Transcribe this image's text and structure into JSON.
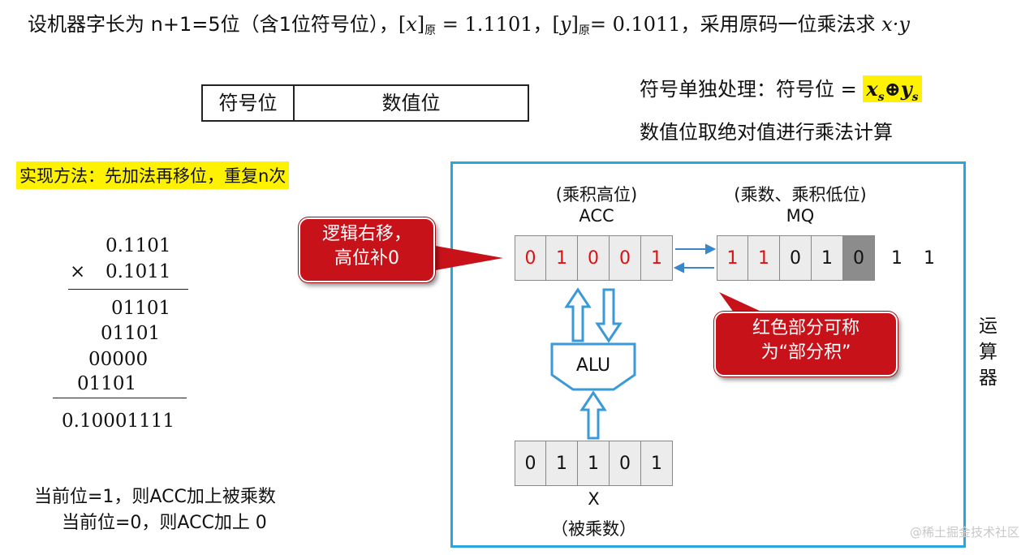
{
  "title": {
    "prefix": "设机器字长为 n+1=5位（含1位符号位），",
    "x_open": "[",
    "x_var": "x",
    "x_close": "]",
    "x_sub": "原",
    "x_eq": " = 1.1101，",
    "y_open": "[",
    "y_var": "y",
    "y_close": "]",
    "y_sub": "原",
    "y_eq": "= 0.1011，采用原码一位乘法求 ",
    "goal": "x·y"
  },
  "format": {
    "sign": "符号位",
    "value": "数值位"
  },
  "sign_rule": {
    "text": "符号单独处理：符号位 = ",
    "xs": "x",
    "xs_sub": "s",
    "xor": "⊕",
    "ys": "y",
    "ys_sub": "s"
  },
  "abs_rule": "数值位取绝对值进行乘法计算",
  "method": "实现方法：先加法再移位，重复n次",
  "multiplication": {
    "multiplicand": "0.1101",
    "times": "×",
    "multiplier": "0.1011",
    "partials": [
      "01101",
      "01101",
      "00000",
      "01101"
    ],
    "result": "0.10001111"
  },
  "rules": [
    "当前位=1，则ACC加上被乘数",
    "当前位=0，则ACC加上 0"
  ],
  "alu_panel": {
    "acc_caption": "(乘积高位)",
    "acc_name": "ACC",
    "mq_caption": "(乘数、乘积低位)",
    "mq_name": "MQ",
    "acc_bits": [
      "0",
      "1",
      "0",
      "0",
      "1"
    ],
    "mq_bits": [
      "1",
      "1",
      "0",
      "1",
      "0"
    ],
    "overflow_bits": [
      "1",
      "1"
    ],
    "alu_label": "ALU",
    "x_bits": [
      "0",
      "1",
      "1",
      "0",
      "1"
    ],
    "x_name": "X",
    "x_caption": "（被乘数）",
    "unit_label": "运\n算\n器"
  },
  "callouts": {
    "shift": "逻辑右移，\n高位补0",
    "partial": "红色部分可称\n为“部分积”"
  },
  "watermark": "@稀土掘金技术社区",
  "colors": {
    "highlight": "#fff200",
    "panel_border": "#2aa6df",
    "callout": "#c8121a",
    "red_bits": "#dd1111"
  }
}
